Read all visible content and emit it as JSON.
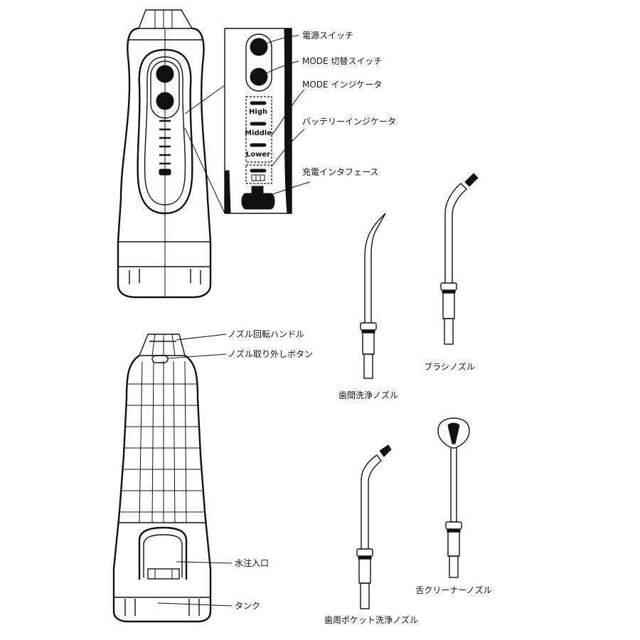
{
  "labels": {
    "power_switch": "電源スイッチ",
    "mode_switch": "MODE 切替スイッチ",
    "mode_indicator": "MODE インジケータ",
    "battery_indicator": "バッテリーインジケータ",
    "charge_interface": "充電インタフェース",
    "nozzle_rotation_handle": "ノズル回転ハンドル",
    "nozzle_release_button": "ノズル取り外しボタン",
    "water_inlet": "水注入口",
    "tank": "タンク"
  },
  "indicator_levels": {
    "high": "High",
    "middle": "Middle",
    "lower": "Lower"
  },
  "nozzles": {
    "interdental": "歯間洗浄ノズル",
    "brush": "ブラシノズル",
    "periodontal_pocket": "歯周ポケット洗浄ノズル",
    "tongue_cleaner": "舌クリーナーノズル"
  },
  "colors": {
    "line": "#111111",
    "background": "#ffffff"
  }
}
